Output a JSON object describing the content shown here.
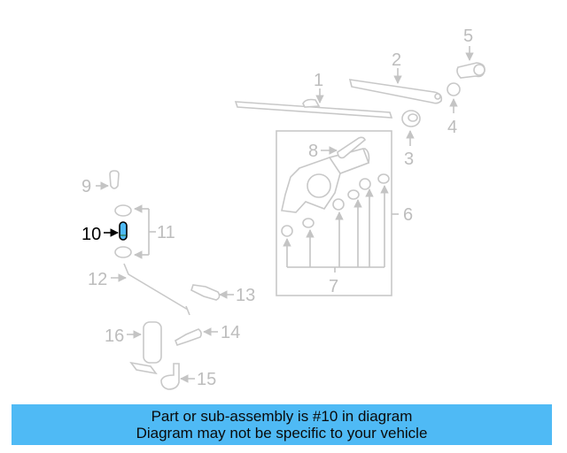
{
  "diagram": {
    "highlighted_part": "10",
    "highlight_color": "#4fbaf5",
    "callouts": [
      {
        "id": "1",
        "label": "1"
      },
      {
        "id": "2",
        "label": "2"
      },
      {
        "id": "3",
        "label": "3"
      },
      {
        "id": "4",
        "label": "4"
      },
      {
        "id": "5",
        "label": "5"
      },
      {
        "id": "6",
        "label": "6"
      },
      {
        "id": "7",
        "label": "7"
      },
      {
        "id": "8",
        "label": "8"
      },
      {
        "id": "9",
        "label": "9"
      },
      {
        "id": "10",
        "label": "10"
      },
      {
        "id": "11",
        "label": "11"
      },
      {
        "id": "12",
        "label": "12"
      },
      {
        "id": "13",
        "label": "13"
      },
      {
        "id": "14",
        "label": "14"
      },
      {
        "id": "15",
        "label": "15"
      },
      {
        "id": "16",
        "label": "16"
      }
    ]
  },
  "banner": {
    "line1": "Part or sub-assembly is #10 in diagram",
    "line2": "Diagram may not be specific to your vehicle",
    "background": "#4fbaf5"
  }
}
